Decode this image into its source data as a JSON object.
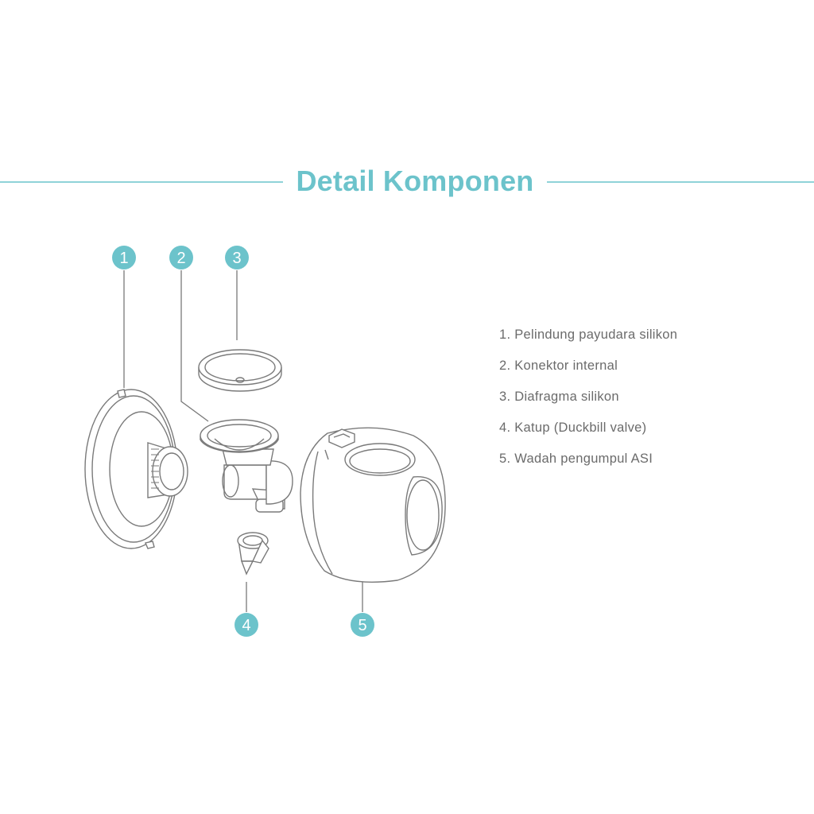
{
  "title": "Detail Komponen",
  "accent_color": "#6cc3cb",
  "line_color": "#8fd3d8",
  "drawing_color": "#7a7a7a",
  "callouts": [
    {
      "number": "1"
    },
    {
      "number": "2"
    },
    {
      "number": "3"
    },
    {
      "number": "4"
    },
    {
      "number": "5"
    }
  ],
  "legend": [
    "1. Pelindung payudara silikon",
    "2. Konektor internal",
    "3. Diafragma silikon",
    "4. Katup (Duckbill valve)",
    "5. Wadah pengumpul ASI"
  ]
}
